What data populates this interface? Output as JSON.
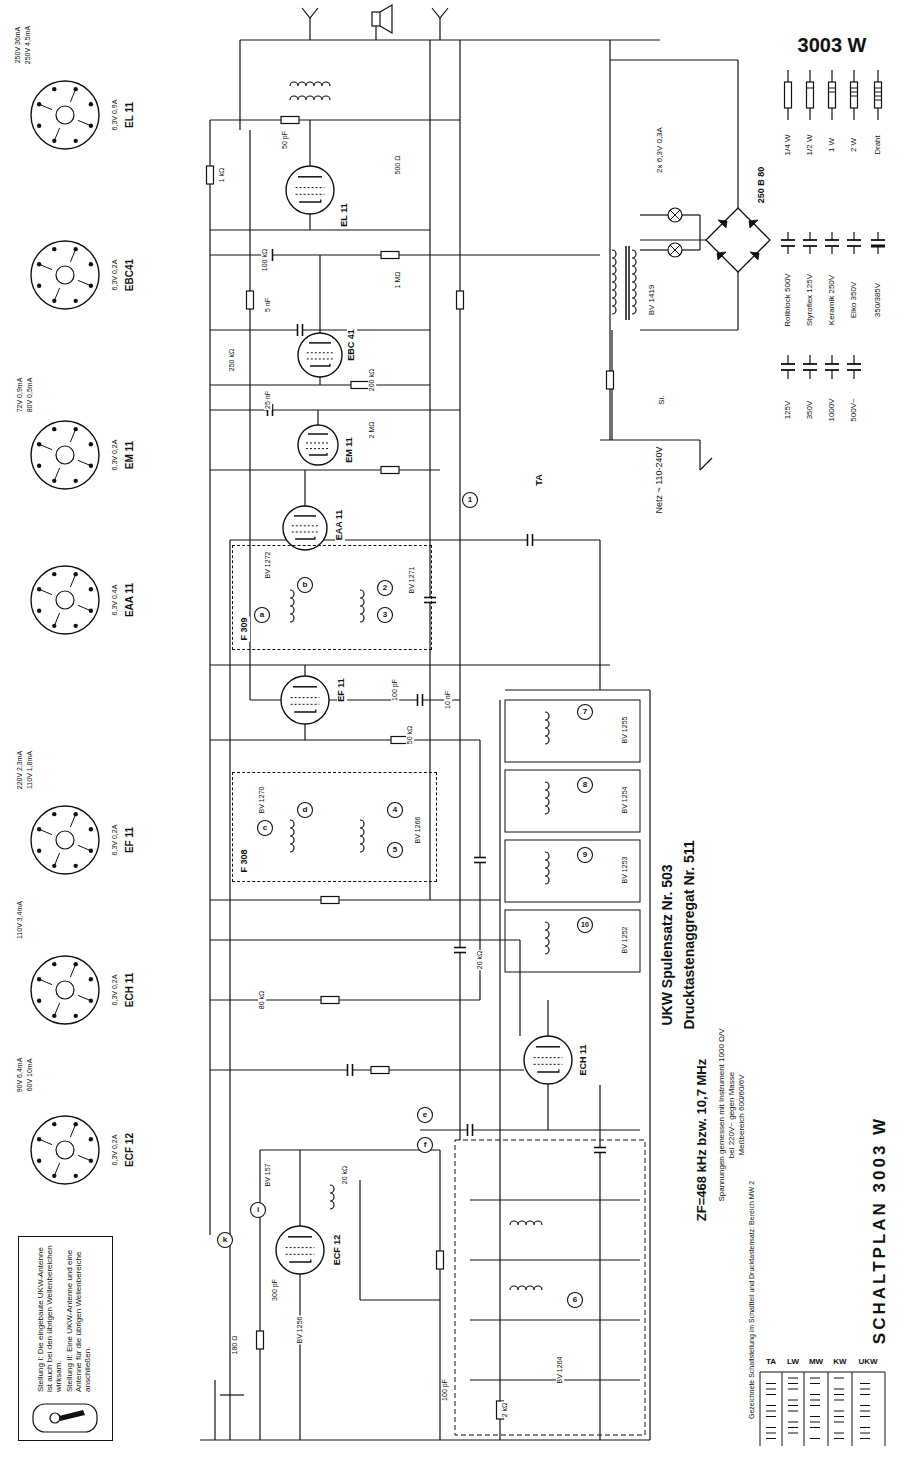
{
  "diagram": {
    "title": "3003 W",
    "caption": "SCHALTPLAN 3003 W",
    "nodes": [
      {
        "text": [
          "6,3V 0,9A",
          "EL 11"
        ]
      },
      {
        "text": [
          "6,3V 0,2A",
          "EBC41"
        ]
      },
      {
        "text": [
          "6,3V 0,2A",
          "EM 11"
        ]
      },
      {
        "text": [
          "6,3V 0,4A",
          "EAA 11"
        ]
      },
      {
        "text": [
          "6,3V 0,2A",
          "EF 11"
        ]
      },
      {
        "text": [
          "6,3V 0,2A",
          "ECH 11"
        ]
      },
      {
        "text": [
          "6,3V 0,2A",
          "ECF 12"
        ]
      },
      {
        "text": [
          "F 309"
        ]
      },
      {
        "text": [
          "F 308"
        ]
      },
      {
        "text": [
          "Stellung I: Die eingebaute UKW-Antenne ist auch bei den übrigen Wellenbereichen wirksam.",
          "Stellung II: Eine UKW-Antenne und eine Antenne für die übrigen Wellenbereiche anschließen."
        ]
      }
    ],
    "labels": [
      "UKW Spulensatz Nr. 503",
      "Drucktastenaggregat Nr. 511",
      "ZF=468 kHz bzw. 10,7 MHz",
      "Spannungen gemessen mit Instrument 1000 Ω/V",
      "bei 220V~ gegen Masse",
      "Meßbereich 600/60/6V",
      "Gezeichnete Schaltstellung im Schaltteil und Drucktastensatz: Bereich MW 2",
      "TA",
      "LW",
      "MW",
      "KW",
      "UKW",
      "1/4 W",
      "1/2 W",
      "1 W",
      "2 W",
      "Draht",
      "Rollblock 500V",
      "Styroflex 125V",
      "Keramik 250V",
      "Elko 350V",
      "350/385V",
      "125V",
      "350V",
      "1000V",
      "500V~",
      "Netz ~ 110-240V",
      "250 B 80",
      "2x 6,3V 0,3A",
      "BV 1419",
      "Si.",
      "EL 11",
      "EBC 41",
      "EM 11",
      "EAA 11",
      "EF 11",
      "ECH 11",
      "ECF 12",
      "BV 1272",
      "BV 1271",
      "BV 1270",
      "BV 1266",
      "BV 1255",
      "BV 1254",
      "BV 1253",
      "BV 1252",
      "BV 157",
      "BV 1256",
      "BV 1264",
      "1 kΩ",
      "100 kΩ",
      "50 pF",
      "5 nF",
      "1 MΩ",
      "200 kΩ",
      "500 Ω",
      "250 kΩ",
      "25 nF",
      "2 MΩ",
      "100 pF",
      "50 kΩ",
      "10 nF",
      "20 kΩ",
      "180 Ω",
      "20 kΩ",
      "300 pF",
      "80 kΩ",
      "100 pF",
      "2 kΩ",
      "1",
      "2",
      "3",
      "4",
      "5",
      "6",
      "7",
      "8",
      "9",
      "10",
      "a",
      "b",
      "c",
      "d",
      "e",
      "f",
      "i",
      "k",
      "250V 36mA",
      "250V 4,5mA",
      "72V 0,9mA",
      "80V 0,5mA",
      "220V 2,3mA",
      "110V 1,8mA",
      "110V 3,4mA",
      "90V 6,4mA",
      "60V 10mA",
      "TA"
    ]
  }
}
